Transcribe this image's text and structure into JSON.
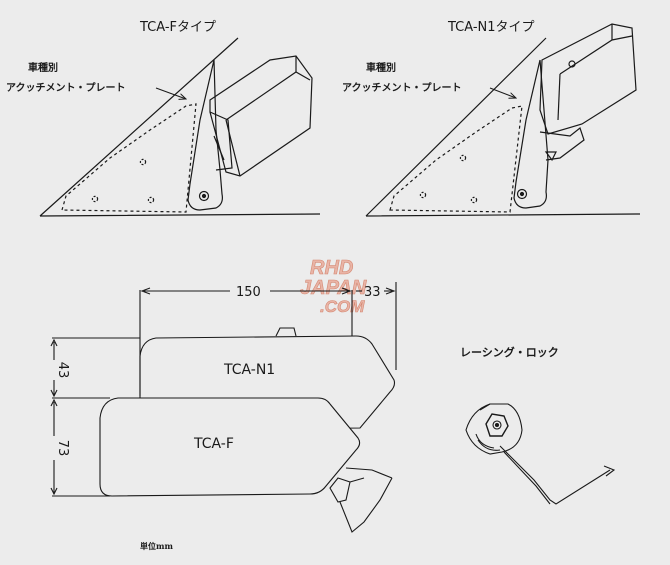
{
  "title_f": "TCA-Fタイプ",
  "title_n1": "TCA-N1タイプ",
  "label_left_l1": "車種別",
  "label_left_l2": "アクッチメント・プレート",
  "label_right_l1": "車種別",
  "label_right_l2": "アクッチメント・プレート",
  "dim_width": "150",
  "dim_offset": "33",
  "dim_height_n1": "43",
  "dim_height_f": "73",
  "mirror_n1": "TCA-N1",
  "mirror_f": "TCA-F",
  "racing_lock": "レーシング・ロック",
  "watermark_l1": "RHD",
  "watermark_l2": "JAPAN",
  "watermark_l3": ".COM",
  "unit_note": "単位mm"
}
